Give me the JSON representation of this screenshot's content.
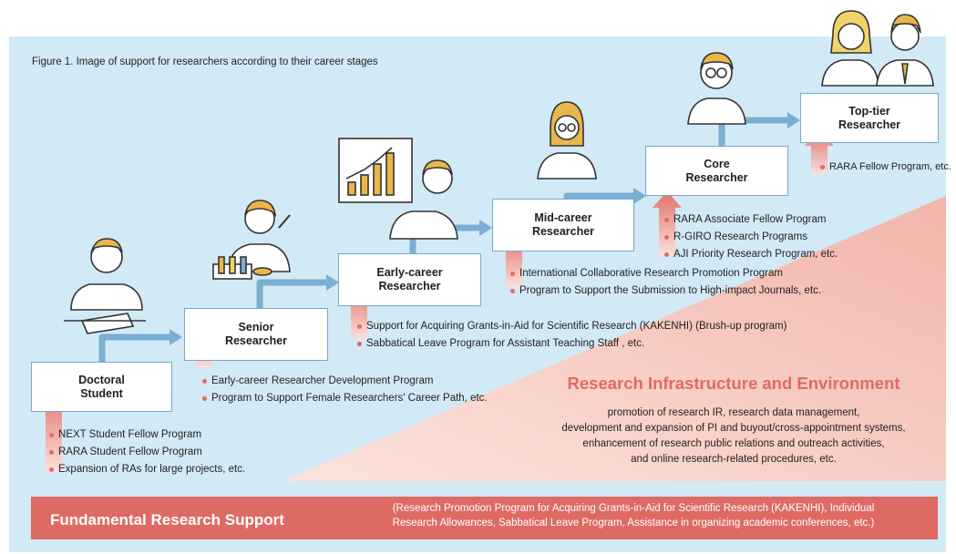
{
  "figure_title": "Figure 1. Image of support for researchers according to their career stages",
  "stages": [
    {
      "label": "Doctoral\nStudent"
    },
    {
      "label": "Senior\nResearcher"
    },
    {
      "label": "Early-career\nResearcher"
    },
    {
      "label": "Mid-career\nResearcher"
    },
    {
      "label": "Core\nResearcher"
    },
    {
      "label": "Top-tier\nResearcher"
    }
  ],
  "programs": {
    "doctoral": [
      "NEXT Student Fellow Program",
      "RARA Student Fellow Program",
      "Expansion of RAs for large projects, etc."
    ],
    "senior": [
      "Early-career Researcher Development Program",
      "Program to Support Female Researchers' Career Path, etc."
    ],
    "early_career": [
      "Support for Acquiring Grants-in-Aid for Scientific Research (KAKENHI) (Brush-up program)",
      "Sabbatical Leave Program for Assistant Teaching Staff , etc."
    ],
    "mid_career": [
      "International Collaborative Research Promotion Program",
      "Program to Support the Submission to High-impact Journals, etc."
    ],
    "core": [
      "RARA Associate Fellow Program",
      "R-GIRO Research Programs",
      "AJI Priority Research Program, etc."
    ],
    "top_tier": [
      "RARA Fellow Program, etc."
    ]
  },
  "infrastructure": {
    "title": "Research Infrastructure and Environment",
    "lines": [
      "promotion of research IR, research data management,",
      "development and expansion of PI and buyout/cross-appointment systems,",
      "enhancement of research public relations and outreach activities,",
      "and online research-related procedures, etc."
    ]
  },
  "fundamental": {
    "title": "Fundamental Research Support",
    "lines": [
      "(Research Promotion Program for Acquiring Grants-in-Aid for Scientific Research (KAKENHI), Individual",
      "Research Allowances, Sabbatical Leave Program, Assistance in organizing academic conferences, etc.)"
    ]
  },
  "colors": {
    "background": "#d2e9f6",
    "stage_border": "#79a9cc",
    "arrow_blue": "#7aaed3",
    "accent_red": "#dd6b64",
    "triangle_pink": "#f6c9c0"
  },
  "icons": [
    "student-writing-icon",
    "researcher-lab-icon",
    "researcher-chart-icon",
    "female-researcher-icon",
    "male-researcher-icon",
    "senior-researchers-icon"
  ]
}
